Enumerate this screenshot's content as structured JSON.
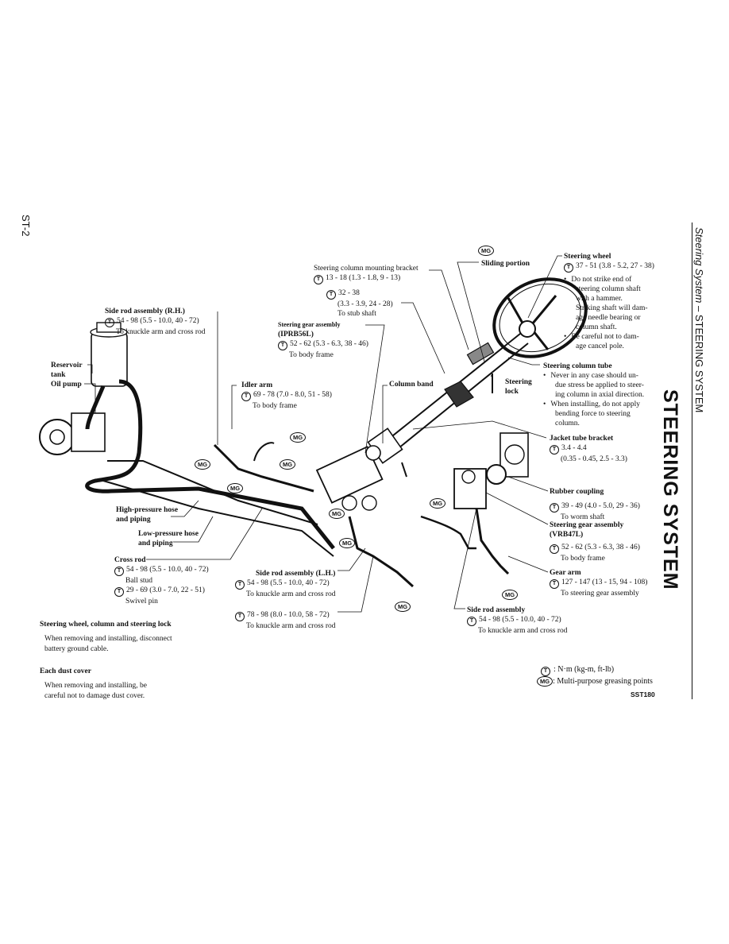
{
  "page_number": "ST-2",
  "running_header": "Steering System",
  "running_header_sep": " – ",
  "running_header_section": "STEERING SYSTEM",
  "section_title": "STEERING SYSTEM",
  "figure_code": "SST180",
  "mg_symbol": "MG",
  "torque_symbol": "T",
  "callouts": {
    "column_mounting_bracket": {
      "title": "Steering column mounting bracket",
      "torque": "13 - 18 (1.3 - 1.8, 9 - 13)"
    },
    "stub_shaft": {
      "torque": "32 - 38",
      "torque2": "(3.3 - 3.9, 24 - 28)",
      "note": "To stub shaft"
    },
    "gear_assembly_l": {
      "title": "Steering gear assembly",
      "model": "(IPRB56L)",
      "torque": "52 - 62 (5.3 - 6.3, 38 - 46)",
      "note": "To body frame"
    },
    "side_rod_rh": {
      "title": "Side rod assembly (R.H.)",
      "torque": "54 - 98 (5.5 - 10.0, 40 - 72)",
      "note": "To knuckle arm and cross rod"
    },
    "reservoir": {
      "line1": "Reservoir",
      "line2": "tank"
    },
    "oil_pump": "Oil pump",
    "idler_arm": {
      "title": "Idler arm",
      "torque": "69 - 78 (7.0 - 8.0, 51 - 58)",
      "note": "To body frame"
    },
    "column_band": "Column band",
    "sliding_portion": "Sliding portion",
    "steering_lock": {
      "line1": "Steering",
      "line2": "lock"
    },
    "steering_wheel": {
      "title": "Steering wheel",
      "torque": "37 - 51 (3.8 - 5.2, 27 - 38)",
      "bullets": [
        [
          "Do not strike end of",
          "steering column shaft",
          "with a hammer.",
          "Striking shaft will dam-",
          "age needle bearing or",
          "column shaft."
        ],
        [
          "Be careful not to dam-",
          "age cancel pole."
        ]
      ]
    },
    "column_tube": {
      "title": "Steering column tube",
      "bullets": [
        [
          "Never in any case should un-",
          "due stress be applied to steer-",
          "ing column in axial direction."
        ],
        [
          "When installing, do not apply",
          "bending force to steering",
          "column."
        ]
      ]
    },
    "jacket_bracket": {
      "title": "Jacket tube bracket",
      "torque": "3.4 - 4.4",
      "torque2": "(0.35 - 0.45, 2.5 - 3.3)"
    },
    "rubber_coupling": {
      "title": "Rubber coupling",
      "torque": "39 - 49 (4.0 - 5.0, 29 - 36)",
      "note": "To worm shaft"
    },
    "gear_assembly_r": {
      "title": "Steering gear assembly",
      "model": "(VRB47L)",
      "torque": "52 - 62 (5.3 - 6.3, 38 - 46)",
      "note": "To body frame"
    },
    "gear_arm": {
      "title": "Gear arm",
      "torque": "127 - 147 (13 - 15, 94 - 108)",
      "note": "To steering gear assembly"
    },
    "high_pressure": {
      "line1": "High-pressure hose",
      "line2": "and piping"
    },
    "low_pressure": {
      "line1": "Low-pressure hose",
      "line2": "and piping"
    },
    "cross_rod": {
      "title": "Cross rod",
      "torque": "54 - 98 (5.5 - 10.0, 40 - 72)",
      "note": "Ball stud",
      "torque2": "29 - 69 (3.0 - 7.0, 22 - 51)",
      "note2": "Swivel pin"
    },
    "side_rod_lh": {
      "title": "Side rod assembly (L.H.)",
      "torque": "54 - 98 (5.5 - 10.0, 40 - 72)",
      "note": "To knuckle arm and cross rod"
    },
    "bottom_torque": {
      "torque": "78 - 98 (8.0 - 10.0, 58 - 72)",
      "note": "To knuckle arm and cross rod"
    },
    "side_rod_r": {
      "title": "Side rod assembly",
      "torque": "54 - 98 (5.5 - 10.0, 40 - 72)",
      "note": "To knuckle arm and cross rod"
    }
  },
  "notes": {
    "wheel_column": {
      "title": "Steering wheel, column and steering lock",
      "line1": "When removing and installing, disconnect",
      "line2": "battery ground cable."
    },
    "dust_cover": {
      "title": "Each dust cover",
      "line1": "When removing and installing, be",
      "line2": "careful not to damage dust cover."
    }
  },
  "legend": {
    "torque_text": ": N·m (kg-m, ft-lb)",
    "mg_text": ": Multi-purpose greasing points"
  }
}
